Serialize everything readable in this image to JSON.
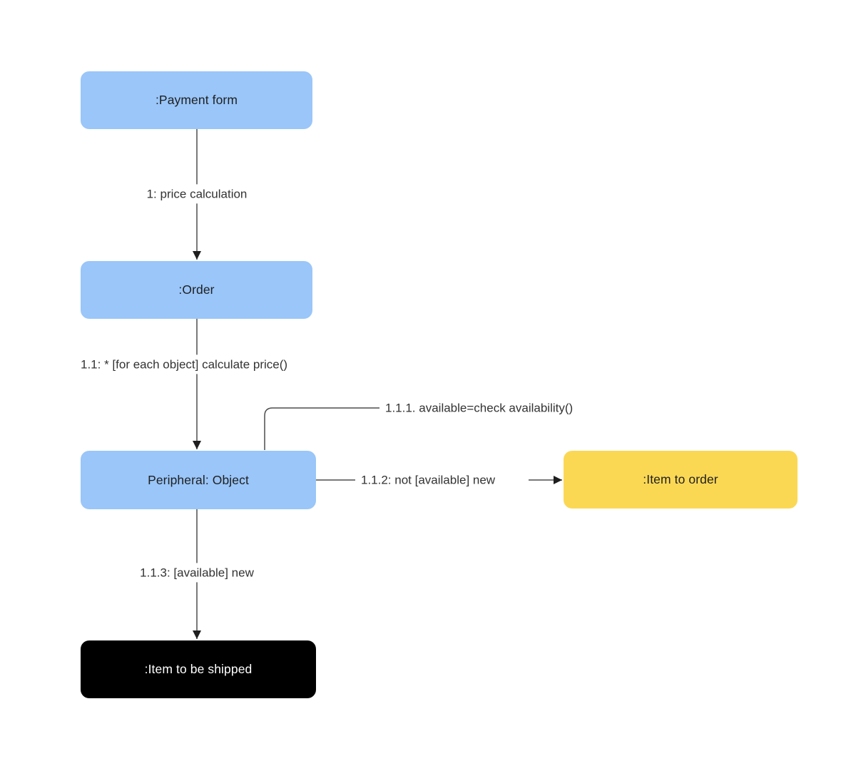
{
  "diagram": {
    "type": "uml-communication-diagram",
    "background": "#ffffff",
    "line_color": "#4d4d4d",
    "arrow_color": "#1e1e1e",
    "label_text_color": "#333333",
    "nodes": [
      {
        "id": "payment-form",
        "label": ":Payment form",
        "fill": "#9AC6F9",
        "text_color": "#1f1f1f"
      },
      {
        "id": "order",
        "label": ":Order",
        "fill": "#9AC6F9",
        "text_color": "#1f1f1f"
      },
      {
        "id": "peripheral-object",
        "label": "Peripheral: Object",
        "fill": "#9AC6F9",
        "text_color": "#1f1f1f"
      },
      {
        "id": "item-to-order",
        "label": ":Item to order",
        "fill": "#FBD854",
        "text_color": "#1f1f1f"
      },
      {
        "id": "item-to-be-shipped",
        "label": ":Item to be shipped",
        "fill": "#000000",
        "text_color": "#ffffff"
      }
    ],
    "edges": [
      {
        "id": "msg-1",
        "label": "1: price calculation",
        "from": "payment-form",
        "to": "order"
      },
      {
        "id": "msg-1-1",
        "label": "1.1: * [for each object] calculate price()",
        "from": "order",
        "to": "peripheral-object"
      },
      {
        "id": "msg-1-1-1",
        "label": "1.1.1. available=check availability()",
        "from": "peripheral-object",
        "to": "peripheral-object"
      },
      {
        "id": "msg-1-1-2",
        "label": "1.1.2: not [available] new",
        "from": "peripheral-object",
        "to": "item-to-order"
      },
      {
        "id": "msg-1-1-3",
        "label": "1.1.3: [available] new",
        "from": "peripheral-object",
        "to": "item-to-be-shipped"
      }
    ]
  }
}
